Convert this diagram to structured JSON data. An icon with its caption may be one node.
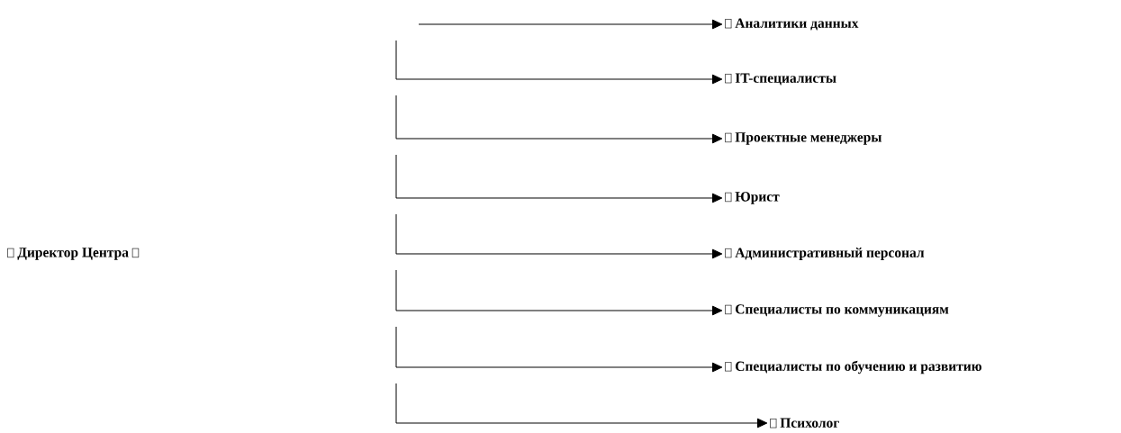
{
  "diagram": {
    "nodes": [
      {
        "text": [
          "Директор Центра"
        ]
      },
      {
        "text": [
          "Аналитики данных"
        ]
      },
      {
        "text": [
          "IT-специалисты"
        ]
      },
      {
        "text": [
          "Проектные менеджеры"
        ]
      },
      {
        "text": [
          "Юрист"
        ]
      },
      {
        "text": [
          "Административный персонал"
        ]
      },
      {
        "text": [
          "Специалисты по коммуникациям"
        ]
      },
      {
        "text": [
          "Специалисты по обучению и развитию"
        ]
      },
      {
        "text": [
          "Психолог"
        ]
      }
    ],
    "edges": [
      {
        "from": null,
        "to": 1,
        "arrow": "to"
      },
      {
        "from": null,
        "to": 2,
        "arrow": "to"
      },
      {
        "from": null,
        "to": 3,
        "arrow": "to"
      },
      {
        "from": null,
        "to": 4,
        "arrow": "to"
      },
      {
        "from": null,
        "to": 5,
        "arrow": "to"
      },
      {
        "from": null,
        "to": 6,
        "arrow": "to"
      },
      {
        "from": null,
        "to": 7,
        "arrow": "to"
      },
      {
        "from": null,
        "to": 8,
        "arrow": "to"
      }
    ]
  }
}
